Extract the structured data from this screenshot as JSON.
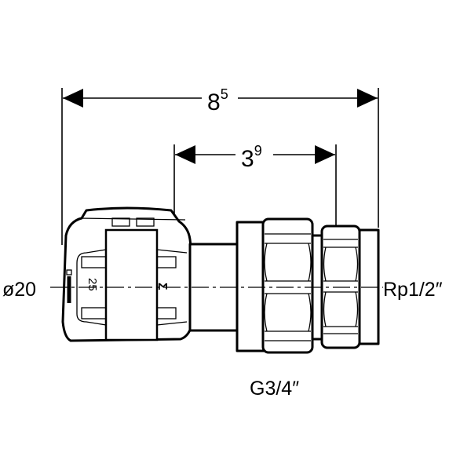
{
  "dimensions": {
    "overall_length": {
      "base": "8",
      "sup": "5"
    },
    "thread_length": {
      "base": "3",
      "sup": "9"
    }
  },
  "labels": {
    "left_diameter": "ø20",
    "right_thread": "Rp1/2″",
    "bottom_thread": "G3/4″",
    "marking": "25"
  }
}
